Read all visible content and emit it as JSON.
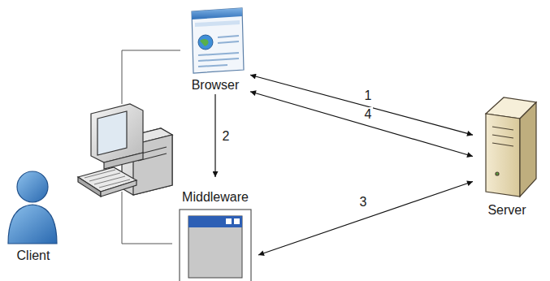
{
  "diagram": {
    "nodes": [
      {
        "text": [
          "Browser"
        ]
      },
      {
        "text": [
          "Middleware"
        ]
      },
      {
        "text": [
          "Server"
        ]
      },
      {
        "text": [
          "Client"
        ]
      }
    ],
    "edges": [
      {
        "from": 0,
        "to": 2,
        "label": "1",
        "arrow": "both"
      },
      {
        "from": 0,
        "to": 2,
        "label": "4",
        "arrow": "both"
      },
      {
        "from": 0,
        "to": 1,
        "label": "2",
        "arrow": "to"
      },
      {
        "from": 1,
        "to": 2,
        "label": "3",
        "arrow": "both"
      }
    ]
  }
}
